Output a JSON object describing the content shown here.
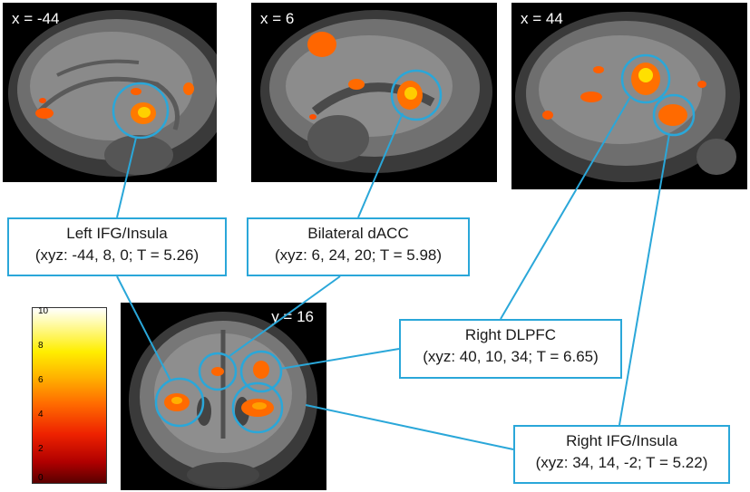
{
  "panels": {
    "sagittal_left": {
      "label": "x = -44"
    },
    "sagittal_mid": {
      "label": "x = 6"
    },
    "sagittal_right": {
      "label": "x = 44"
    },
    "coronal": {
      "label": "y = 16"
    }
  },
  "callouts": {
    "left_ifg": {
      "title": "Left IFG/Insula",
      "coords": "(xyz: -44, 8, 0; T = 5.26)"
    },
    "dacc": {
      "title": "Bilateral dACC",
      "coords": "(xyz: 6, 24, 20; T = 5.98)"
    },
    "right_dlpfc": {
      "title": "Right DLPFC",
      "coords": "(xyz: 40, 10, 34; T = 6.65)"
    },
    "right_ifg": {
      "title": "Right IFG/Insula",
      "coords": "(xyz: 34, 14, -2; T = 5.22)"
    }
  },
  "colorbar": {
    "ticks": [
      "10",
      "8",
      "6",
      "4",
      "2",
      "0"
    ],
    "min": 0,
    "max": 10
  },
  "colors": {
    "callout_line": "#2aa7d9",
    "activation": "#ff6a00",
    "activation_hot": "#ffe600"
  }
}
